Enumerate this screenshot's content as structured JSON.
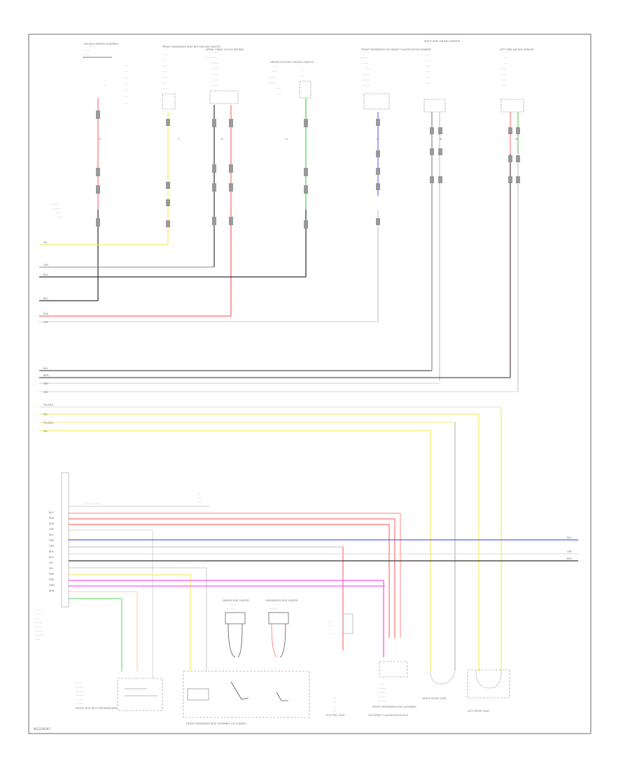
{
  "diagram": {
    "components_top": [
      {
        "label": "AIR BAG SENSOR ASSEMBLY",
        "wire": "R"
      },
      {
        "label": "FRONT PASSENGER SEAT BELT BUCKLE SWITCH",
        "wire": "Y"
      },
      {
        "label": "SPIRAL CABLE (CLOCK SPRING)",
        "wire": "B"
      },
      {
        "label": "DRIVER SEAT BELT BUCKLE SWITCH",
        "wire": "G"
      },
      {
        "label": "FRONT PASSENGER OCCUPANT CLASSIFICATION SENSOR",
        "wire": "V"
      },
      {
        "label": "RIGHT SIDE AIR BAG SENSOR",
        "wire": "W"
      },
      {
        "label": "LEFT SIDE AIR BAG SENSOR",
        "wire": "W"
      }
    ],
    "bus_labels": [
      "YEL",
      "GRY",
      "BLK",
      "BLK",
      "RED",
      "GRY",
      "BLK",
      "BRN",
      "GRY",
      "GRY",
      "YEL/BLK",
      "YEL",
      "YEL/BLK",
      "YEL"
    ],
    "connector_pins": [
      "BLU",
      "RED",
      "RED",
      "GRY",
      "BLU",
      "GRY",
      "GRY",
      "BLK",
      "BLK",
      "YEL",
      "YEL",
      "PNK",
      "PNK",
      "GRN",
      "BRN"
    ],
    "right_edge_labels": [
      "BLU",
      "GRY",
      "BLK"
    ],
    "bottom_labels": [
      "FRONT SEAT BELT PRETENSIONER",
      "DRIVER SEAT HEATER",
      "PASSENGER SEAT HEATER",
      "FRONT PASSENGER SEAT ASSEMBLY",
      "ELECTRIC SEAT",
      "OCCUPANT CLASSIFICATION ECU",
      "RIGHT FRONT SEAT",
      "LEFT FRONT SEAT"
    ],
    "bottom_caption": "FRONT PASSENGER SEAT ASSEMBLY (OCCUPANT)",
    "footer_code": "W1234567"
  }
}
